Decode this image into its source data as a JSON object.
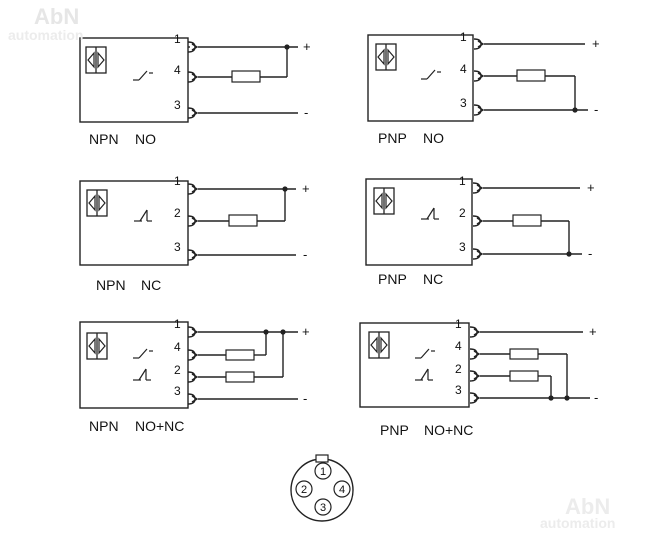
{
  "watermarks": {
    "brand": "AbN",
    "subtitle": "automation"
  },
  "colors": {
    "ink": "#222222",
    "watermark": "#dcdcdc",
    "background": "#ffffff"
  },
  "sign_plus": "+",
  "sign_minus": "-",
  "diagrams": {
    "npn_no": {
      "type": "NPN",
      "contact": "NO",
      "pins": [
        "1",
        "4",
        "3"
      ]
    },
    "pnp_no": {
      "type": "PNP",
      "contact": "NO",
      "pins": [
        "1",
        "4",
        "3"
      ]
    },
    "npn_nc": {
      "type": "NPN",
      "contact": "NC",
      "pins": [
        "1",
        "2",
        "3"
      ]
    },
    "pnp_nc": {
      "type": "PNP",
      "contact": "NC",
      "pins": [
        "1",
        "2",
        "3"
      ]
    },
    "npn_nonc": {
      "type": "NPN",
      "contact": "NO+NC",
      "pins": [
        "1",
        "4",
        "2",
        "3"
      ]
    },
    "pnp_nonc": {
      "type": "PNP",
      "contact": "NO+NC",
      "pins": [
        "1",
        "4",
        "2",
        "3"
      ]
    }
  },
  "connector": {
    "pins": [
      "1",
      "2",
      "4",
      "3"
    ]
  }
}
